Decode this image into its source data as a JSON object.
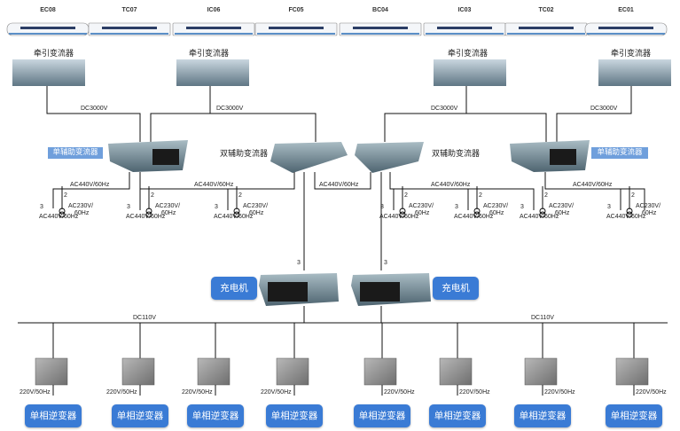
{
  "train": {
    "cars": [
      "EC08",
      "TC07",
      "IC06",
      "FC05",
      "BC04",
      "IC03",
      "TC02",
      "EC01"
    ]
  },
  "traction": {
    "label": "牵引变流器",
    "dc_label": "DC3000V"
  },
  "aux": {
    "single_label": "单辅助变流器",
    "double_label": "双辅助变流器",
    "ac440_bus": "AC440V/60Hz",
    "ac440_load": "AC440V/60Hz",
    "ac440_load_split": [
      "AC440V/",
      "60Hz"
    ],
    "ac230_load": [
      "AC230V/",
      "60Hz"
    ],
    "phase3": "3",
    "phase2": "2"
  },
  "charger": {
    "label": "充电机",
    "dc_bus": "DC110V"
  },
  "inverter": {
    "label": "单相逆变器",
    "output": "220V/50Hz",
    "count": 8
  },
  "colors": {
    "button_blue": "#3a7bd5",
    "tag_blue": "#6f9fdc",
    "wire": "#111111"
  }
}
